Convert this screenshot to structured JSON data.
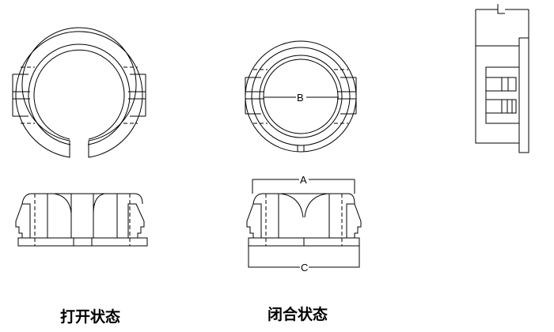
{
  "labels": {
    "open_state": "打开状态",
    "closed_state": "闭合状态"
  },
  "dimensions": {
    "a": "A",
    "b": "B",
    "c": "C"
  }
}
